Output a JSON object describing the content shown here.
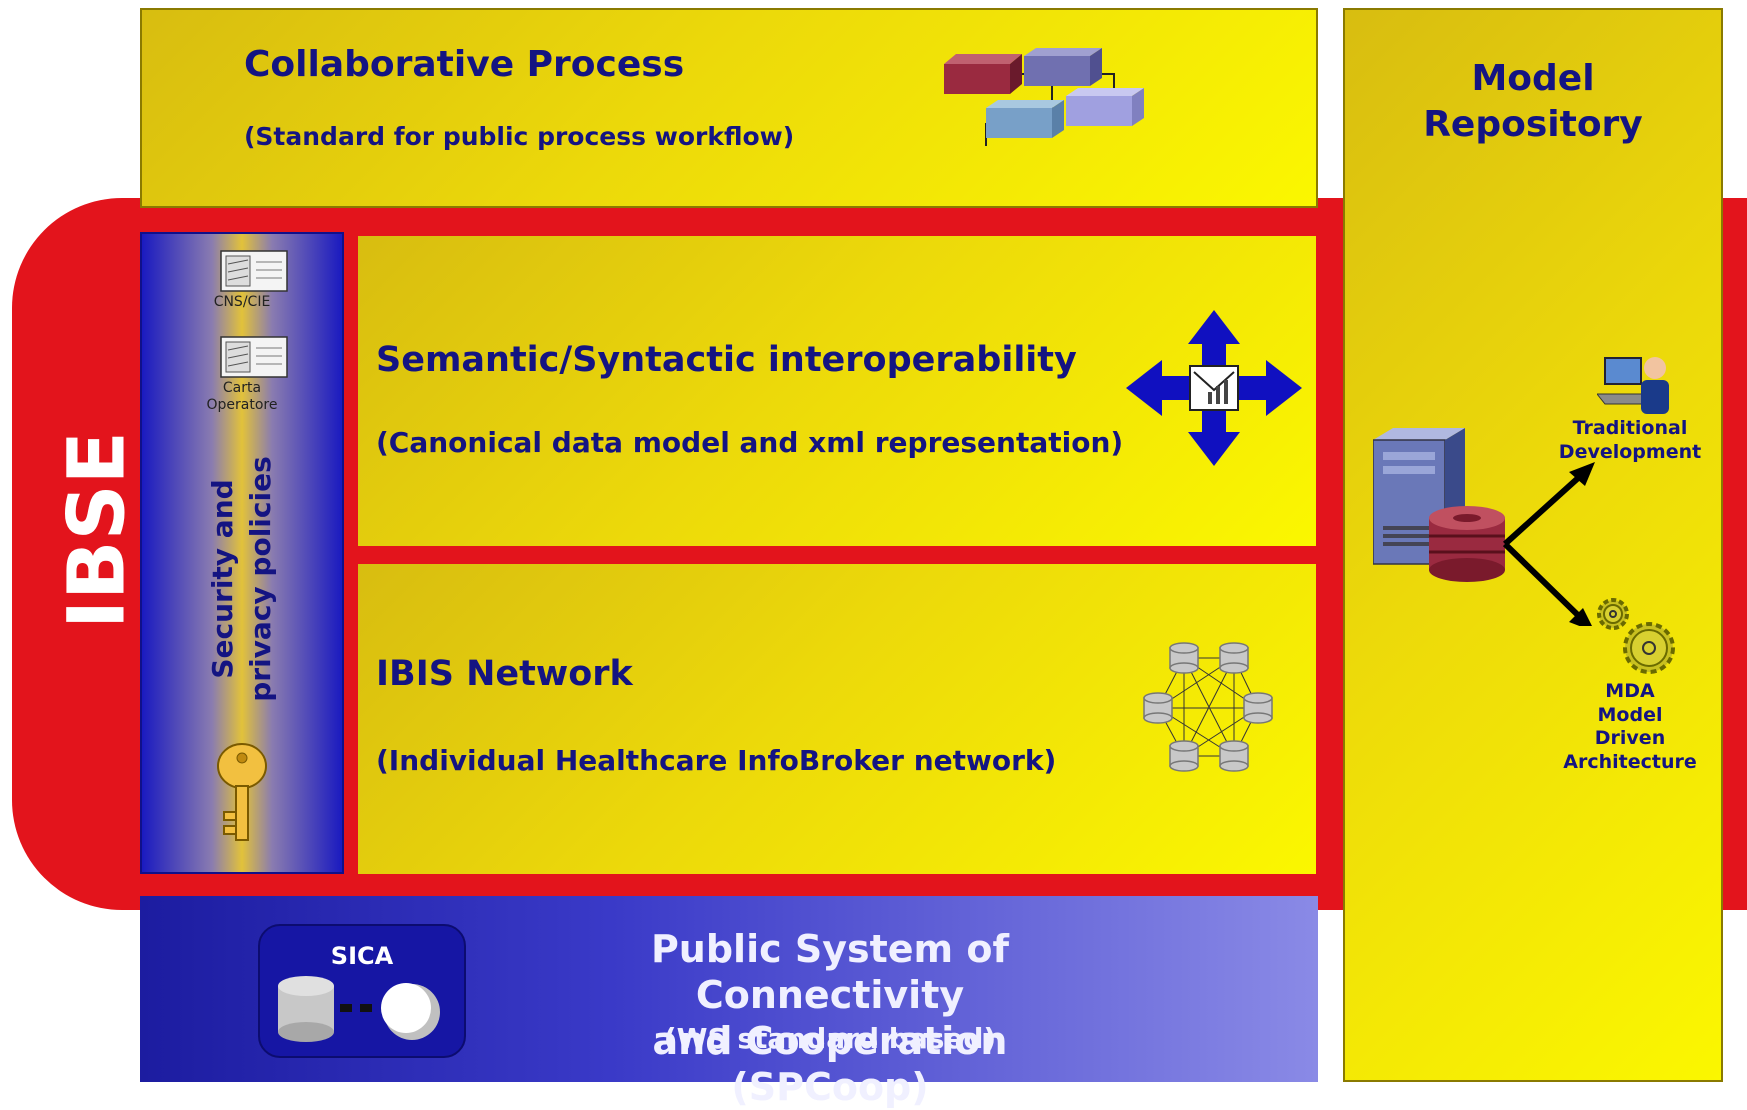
{
  "side_label": "IBSE",
  "collaborative": {
    "title": "Collaborative Process",
    "subtitle": "(Standard for public process workflow)"
  },
  "security": {
    "label_line1": "Security and",
    "label_line2": "privacy policies",
    "card1_label": "CNS/CIE",
    "card2_label_line1": "Carta",
    "card2_label_line2": "Operatore"
  },
  "semantic": {
    "title": "Semantic/Syntactic interoperability",
    "subtitle": "(Canonical data model and xml representation)"
  },
  "ibis": {
    "title": "IBIS Network",
    "subtitle": "(Individual Healthcare InfoBroker network)"
  },
  "repository": {
    "title_line1": "Model",
    "title_line2": "Repository",
    "traditional_line1": "Traditional",
    "traditional_line2": "Development",
    "mda_line1": "MDA",
    "mda_line2": "Model",
    "mda_line3": "Driven",
    "mda_line4": "Architecture"
  },
  "spcoop": {
    "title_line1": "Public System of Connectivity",
    "title_line2": "and Cooperation (SPCoop)",
    "subtitle": "(WS standard based)",
    "sica_label": "SICA"
  },
  "colors": {
    "red": "#e3141c",
    "yellow": "#f0e000",
    "navy": "#141482",
    "blue": "#1c1ca0"
  }
}
